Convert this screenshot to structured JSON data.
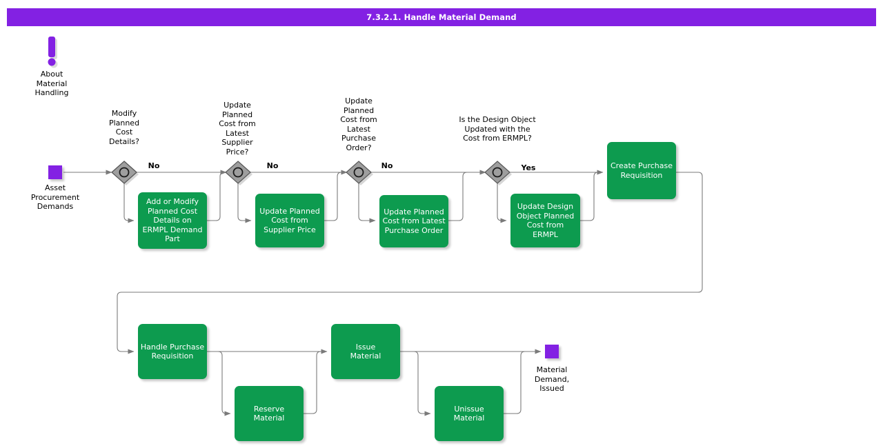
{
  "header": {
    "title": "7.3.2.1. Handle Material Demand",
    "background": "#8321E3"
  },
  "colors": {
    "process": "#0D9B4F",
    "terminator": "#8321E3",
    "decision": "#9E9E9E",
    "edge": "#7A7A7A",
    "text_on_process": "#FFFFFF",
    "caption": "#000000"
  },
  "diagram": {
    "type": "flowchart",
    "note": {
      "icon": "exclamation-note-icon",
      "label": "About\nMaterial\nHandling"
    },
    "start": {
      "icon": "start-terminator",
      "label": "Asset\nProcurement\nDemands"
    },
    "end": {
      "icon": "end-terminator",
      "label": "Material\nDemand,\nIssued"
    },
    "decisions": [
      {
        "id": "d1",
        "label": "Modify\nPlanned\nCost\nDetails?",
        "branch_label": "No"
      },
      {
        "id": "d2",
        "label": "Update\nPlanned\nCost from\nLatest\nSupplier\nPrice?",
        "branch_label": "No"
      },
      {
        "id": "d3",
        "label": "Update\nPlanned\nCost from\nLatest\nPurchase\nOrder?",
        "branch_label": "No"
      },
      {
        "id": "d4",
        "label": "Is the Design Object\nUpdated with the\nCost from ERMPL?",
        "branch_label": "Yes"
      }
    ],
    "processes": [
      {
        "id": "p1",
        "label": "Add or Modify\nPlanned Cost\nDetails on\nERMPL Demand\nPart"
      },
      {
        "id": "p2",
        "label": "Update Planned\nCost from\nSupplier Price"
      },
      {
        "id": "p3",
        "label": "Update Planned\nCost from Latest\nPurchase Order"
      },
      {
        "id": "p4",
        "label": "Update Design\nObject Planned\nCost from\nERMPL"
      },
      {
        "id": "p5",
        "label": "Create Purchase\nRequisition"
      },
      {
        "id": "p6",
        "label": "Handle Purchase\nRequisition"
      },
      {
        "id": "p7",
        "label": "Reserve\nMaterial"
      },
      {
        "id": "p8",
        "label": "Issue\nMaterial"
      },
      {
        "id": "p9",
        "label": "Unissue\nMaterial"
      }
    ]
  }
}
